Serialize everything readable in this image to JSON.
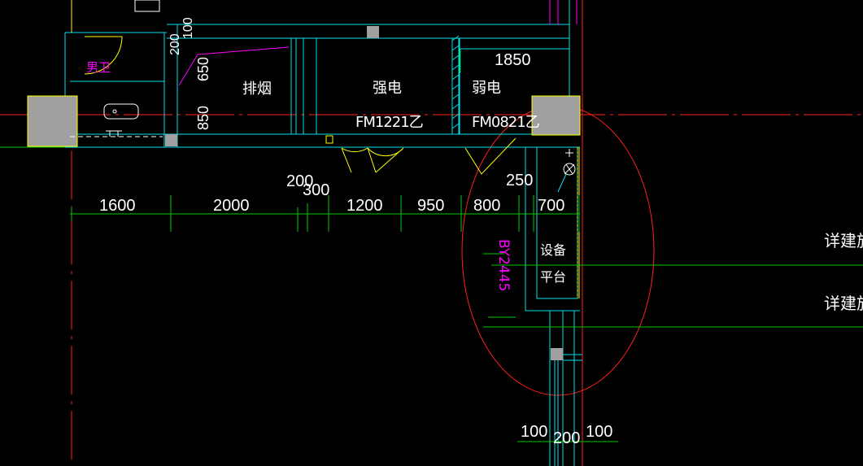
{
  "rooms": {
    "restroom": "男卫",
    "smoke_shaft": "排烟",
    "power_room": "强电",
    "weak_room": "弱电",
    "equipment_label_1": "设备",
    "equipment_label_2": "平台"
  },
  "doors": {
    "power_door": "FM1221乙",
    "weak_door": "FM0821乙",
    "window_tag": "BY2445"
  },
  "notes": {
    "note_1": "详建施",
    "note_2": "详建施"
  },
  "dimensions": {
    "d_200v": "200",
    "d_100v": "100",
    "d_650": "650",
    "d_850": "850",
    "d_1850": "1850",
    "d_200": "200",
    "d_300": "300",
    "d_250": "250",
    "d_1600": "1600",
    "d_2000": "2000",
    "d_1200": "1200",
    "d_950": "950",
    "d_800": "800",
    "d_700": "700",
    "d_b100_left": "100",
    "d_b200": "200",
    "d_b100_right": "100"
  },
  "colors": {
    "background": "#000000",
    "wall": "#00e5ee",
    "text": "#ffffff",
    "dimension": "#00c800",
    "axis": "#ff2020",
    "column": "#a0a0a0",
    "door": "#ffff00",
    "magenta": "#ff00ff"
  }
}
